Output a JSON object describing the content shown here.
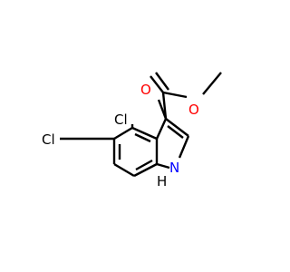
{
  "molecule": {
    "atoms": {
      "cl4": {
        "symbol": "Cl",
        "color": "#000000"
      },
      "cl5": {
        "symbol": "Cl",
        "color": "#000000"
      },
      "o_carbonyl": {
        "symbol": "O",
        "color": "#ff0000"
      },
      "o_ester": {
        "symbol": "O",
        "color": "#ff0000"
      },
      "n1": {
        "symbol": "N",
        "color": "#0000ff"
      },
      "h1": {
        "symbol": "H",
        "color": "#000000"
      }
    },
    "colors": {
      "bond": "#000000",
      "oxygen": "#ff0000",
      "nitrogen": "#0000ff",
      "background": "#ffffff"
    }
  }
}
